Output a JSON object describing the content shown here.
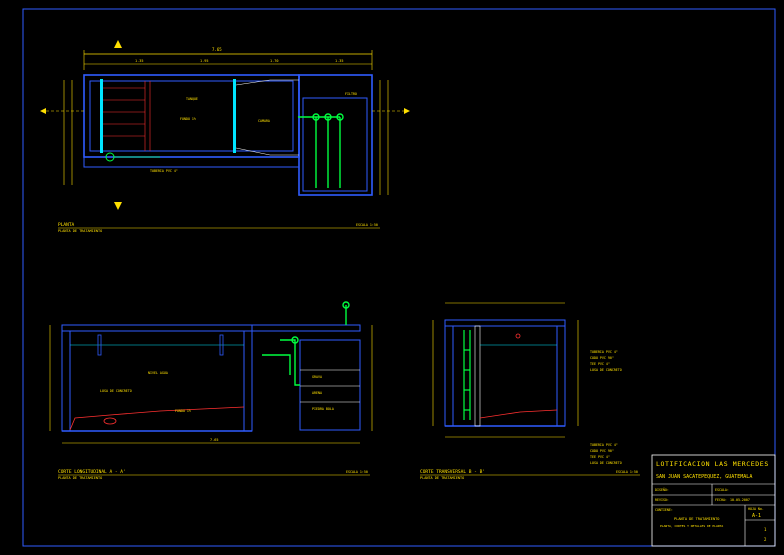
{
  "drawings": {
    "plan": {
      "title": "PLANTA",
      "subtitle": "PLANTA DE TRATAMIENTO",
      "scale": "ESCALA 1:50",
      "overall_dim": "7.65",
      "top_dims": [
        "1.35",
        "1.95",
        "1.70",
        "1.35"
      ],
      "labels": [
        "FONDO",
        "FONDO 1%",
        "TANQUE",
        "TUBERIA PVC 4\"",
        "CAMARA",
        "FILTRO"
      ]
    },
    "longitudinal": {
      "title": "CORTE LONGITUDINAL A - A'",
      "subtitle": "PLANTA DE TRATAMIENTO",
      "scale": "ESCALA 1:50",
      "overall_dim": "7.65",
      "labels": [
        "LOSA DE CONCRETO",
        "NIVEL AGUA",
        "FONDO 1%",
        "GRAVA",
        "ARENA",
        "PIEDRA BOLA"
      ]
    },
    "transversal": {
      "title": "CORTE TRANSVERSAL B - B'",
      "subtitle": "PLANTA DE TRATAMIENTO",
      "scale": "ESCALA 1:50",
      "notes": [
        "TUBERIA PVC 4\"",
        "CODO PVC 90\"",
        "TEE PVC 4\"",
        "LOSA DE CONCRETO"
      ]
    }
  },
  "title_block": {
    "project": "LOTIFICACION LAS MERCEDES",
    "location": "SAN JUAN SACATEPEQUEZ, GUATEMALA",
    "fields": [
      {
        "label": "DISEÑO:",
        "value": ""
      },
      {
        "label": "ESCALA:",
        "value": ""
      },
      {
        "label": "REVISO:",
        "value": ""
      },
      {
        "label": "FECHA:",
        "value": "10-05-2007"
      }
    ],
    "contents_label": "CONTIENE:",
    "contents": [
      "PLANTA DE TRATAMIENTO",
      "PLANTA, CORTES Y DETALLES DE PLANTA"
    ],
    "sheet_label": "HOJA No.",
    "sheet_code": "A-1",
    "sheet_number": "1",
    "sheet_total": "2"
  }
}
